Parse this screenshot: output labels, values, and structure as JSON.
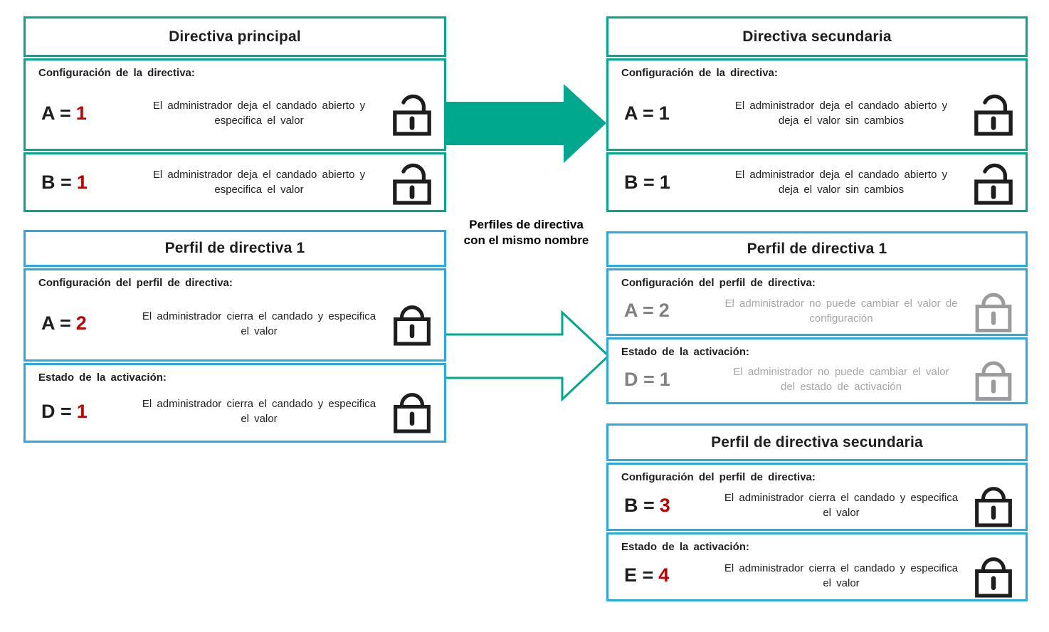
{
  "colors": {
    "teal": "#00A88E",
    "blue": "#29ABE2",
    "red": "#C00000",
    "gray_value": "#808080",
    "gray_desc": "#A6A6A6",
    "gray_lock": "#9B9B9B"
  },
  "connector_label": "Perfiles de directiva\ncon el mismo nombre",
  "boxes": [
    {
      "title": "Directiva principal",
      "rows": [
        {
          "label": "Configuración  de la directiva:",
          "var_name": "A =",
          "var_value": "1",
          "desc": "El administrador  deja  el  candado  abierto  y\nespecifica  el  valor",
          "lock": "open"
        },
        {
          "var_name": "B =",
          "var_value": "1",
          "desc": "El administrador  deja  el  candado  abierto  y\nespecifica  el  valor",
          "lock": "open"
        }
      ]
    },
    {
      "title": "Directiva secundaria",
      "rows": [
        {
          "label": "Configuración  de la directiva:",
          "var_name": "A =",
          "var_value": "1",
          "desc": "El administrador  deja  el  candado  abierto  y\ndeja  el  valor  sin cambios",
          "lock": "open"
        },
        {
          "var_name": "B =",
          "var_value": "1",
          "desc": "El administrador  deja  el  candado  abierto  y\ndeja  el  valor  sin cambios",
          "lock": "open"
        }
      ]
    },
    {
      "title": "Perfil de directiva 1",
      "rows": [
        {
          "label": "Configuración  del  perfil  de  directiva:",
          "var_name": "A =",
          "var_value": "2",
          "desc": "El administrador  cierra  el candado  y especifica\nel  valor",
          "lock": "closed"
        },
        {
          "label": "Estado  de  la activación:",
          "var_name": "D =",
          "var_value": "1",
          "desc": "El administrador  cierra  el candado  y especifica\nel  valor",
          "lock": "closed"
        }
      ]
    },
    {
      "title": "Perfil de directiva 1",
      "rows": [
        {
          "label": "Configuración  del  perfil  de  directiva:",
          "var_name": "A =",
          "var_value": "2",
          "desc": "El administrador  no puede  cambiar  el valor  de\nconfiguración",
          "lock": "closed-gray"
        },
        {
          "label": "Estado  de  la activación:",
          "var_name": "D =",
          "var_value": "1",
          "desc": "El administrador  no puede  cambiar  el valor\ndel  estado  de activación",
          "lock": "closed-gray"
        }
      ]
    },
    {
      "title": "Perfil de directiva secundaria",
      "rows": [
        {
          "label": "Configuración  del  perfil  de  directiva:",
          "var_name": "B =",
          "var_value": "3",
          "desc": "El administrador  cierra  el candado  y especifica\nel  valor",
          "lock": "closed"
        },
        {
          "label": "Estado  de  la activación:",
          "var_name": "E =",
          "var_value": "4",
          "desc": "El administrador  cierra  el candado  y especifica\nel  valor",
          "lock": "closed"
        }
      ]
    }
  ]
}
